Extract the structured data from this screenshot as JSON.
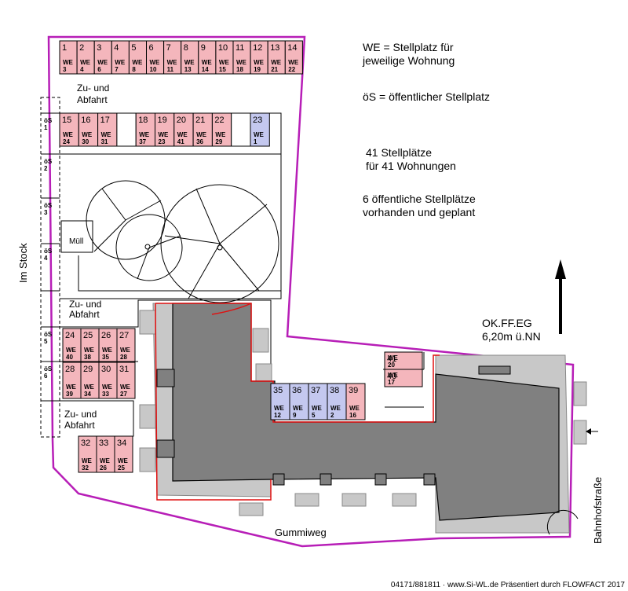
{
  "legend": {
    "we_line1": "WE = Stellplatz für",
    "we_line2": "jeweilige Wohnung",
    "os_line": "öS = öffentlicher Stellplatz",
    "count_line1": "41 Stellplätze",
    "count_line2": "für 41 Wohnungen",
    "public_line1": "6 öffentliche Stellplätze",
    "public_line2": "vorhanden und geplant"
  },
  "labels": {
    "zu1a": "Zu- und",
    "zu1b": "Abfahrt",
    "zu2a": "Zu- und",
    "zu2b": "Abfahrt",
    "zu3a": "Zu- und",
    "zu3b": "Abfahrt",
    "muell": "Müll",
    "street_west": "Im Stock",
    "street_south": "Gummiweg",
    "street_east": "Bahnhofstraße",
    "height1": "OK.FF.EG",
    "height2": "6,20m ü.NN"
  },
  "footer": "04171/881811 · www.Si-WL.de Präsentiert durch FLOWFACT 2017",
  "colors": {
    "private": "#f4b6bc",
    "reserved": "#c4c8ef",
    "building": "#808080",
    "terrace": "#c8c8c8",
    "boundary": "#b71eb7",
    "outline": "#e01010"
  },
  "spots_top": [
    {
      "n": "1",
      "we": "WE",
      "u": "3"
    },
    {
      "n": "2",
      "we": "WE",
      "u": "4"
    },
    {
      "n": "3",
      "we": "WE",
      "u": "6"
    },
    {
      "n": "4",
      "we": "WE",
      "u": "7"
    },
    {
      "n": "5",
      "we": "WE",
      "u": "8"
    },
    {
      "n": "6",
      "we": "WE",
      "u": "10"
    },
    {
      "n": "7",
      "we": "WE",
      "u": "11"
    },
    {
      "n": "8",
      "we": "WE",
      "u": "13"
    },
    {
      "n": "9",
      "we": "WE",
      "u": "14"
    },
    {
      "n": "10",
      "we": "WE",
      "u": "15"
    },
    {
      "n": "11",
      "we": "WE",
      "u": "18"
    },
    {
      "n": "12",
      "we": "WE",
      "u": "19"
    },
    {
      "n": "13",
      "we": "WE",
      "u": "21"
    },
    {
      "n": "14",
      "we": "WE",
      "u": "22"
    }
  ],
  "spots_row2": [
    {
      "n": "15",
      "we": "WE",
      "u": "24",
      "c": "p"
    },
    {
      "n": "16",
      "we": "WE",
      "u": "30",
      "c": "p"
    },
    {
      "n": "17",
      "we": "WE",
      "u": "31",
      "c": "p"
    },
    {
      "n": "",
      "we": "",
      "u": "",
      "c": "e"
    },
    {
      "n": "18",
      "we": "WE",
      "u": "37",
      "c": "p"
    },
    {
      "n": "19",
      "we": "WE",
      "u": "23",
      "c": "p"
    },
    {
      "n": "20",
      "we": "WE",
      "u": "41",
      "c": "p"
    },
    {
      "n": "21",
      "we": "WE",
      "u": "36",
      "c": "p"
    },
    {
      "n": "22",
      "we": "WE",
      "u": "29",
      "c": "p"
    },
    {
      "n": "",
      "we": "",
      "u": "",
      "c": "e"
    },
    {
      "n": "23",
      "we": "WE",
      "u": "1",
      "c": "b"
    }
  ],
  "spots_left_top": [
    {
      "n": "24",
      "we": "WE",
      "u": "40"
    },
    {
      "n": "25",
      "we": "WE",
      "u": "38"
    },
    {
      "n": "26",
      "we": "WE",
      "u": "35"
    },
    {
      "n": "27",
      "we": "WE",
      "u": "28"
    }
  ],
  "spots_left_bottom": [
    {
      "n": "28",
      "we": "WE",
      "u": "39"
    },
    {
      "n": "29",
      "we": "WE",
      "u": "34"
    },
    {
      "n": "30",
      "we": "WE",
      "u": "33"
    },
    {
      "n": "31",
      "we": "WE",
      "u": "27"
    }
  ],
  "spots_south": [
    {
      "n": "32",
      "we": "WE",
      "u": "32"
    },
    {
      "n": "33",
      "we": "WE",
      "u": "26"
    },
    {
      "n": "34",
      "we": "WE",
      "u": "25"
    }
  ],
  "spots_middle": [
    {
      "n": "35",
      "we": "WE",
      "u": "12",
      "c": "b"
    },
    {
      "n": "36",
      "we": "WE",
      "u": "9",
      "c": "b"
    },
    {
      "n": "37",
      "we": "WE",
      "u": "5",
      "c": "b"
    },
    {
      "n": "38",
      "we": "WE",
      "u": "2",
      "c": "b"
    },
    {
      "n": "39",
      "we": "WE",
      "u": "16",
      "c": "p"
    }
  ],
  "spots_east": [
    {
      "n": "41",
      "we": "WE",
      "u": "20"
    },
    {
      "n": "40",
      "we": "WE",
      "u": "17"
    }
  ],
  "public_spots": [
    {
      "os": "öS",
      "n": "1"
    },
    {
      "os": "öS",
      "n": "2"
    },
    {
      "os": "öS",
      "n": "3"
    },
    {
      "os": "öS",
      "n": "4"
    },
    {
      "os": "öS",
      "n": "5"
    },
    {
      "os": "öS",
      "n": "6"
    }
  ]
}
